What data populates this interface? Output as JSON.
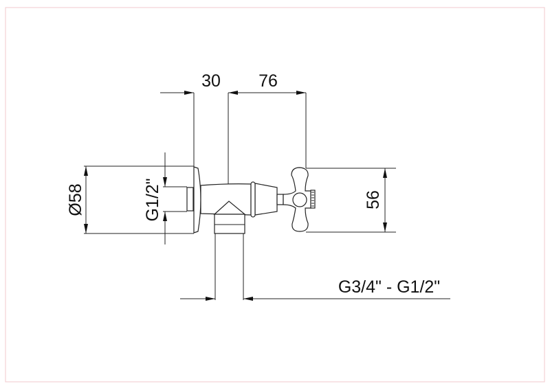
{
  "drawing": {
    "title": "Angle valve dimension drawing",
    "dimensions": {
      "plate_depth": "30",
      "body_length": "76",
      "plate_diameter": "Ø58",
      "inlet_thread": "G1/2\"",
      "handle_height": "56",
      "outlet_thread": "G3/4\" - G1/2\""
    },
    "colors": {
      "line": "#222222",
      "border": "#f2c8cc"
    }
  }
}
